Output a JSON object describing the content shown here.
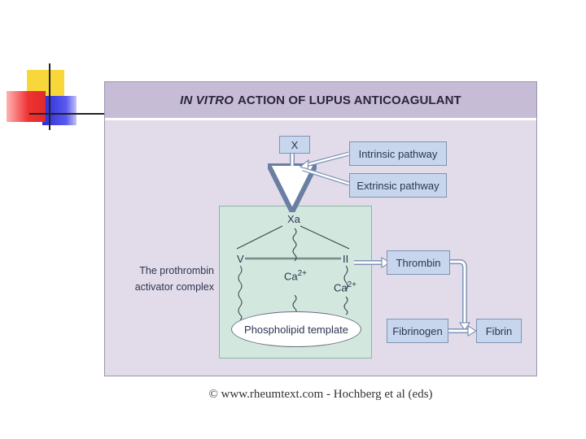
{
  "title": {
    "italic": "IN VITRO",
    "rest": "ACTION OF LUPUS ANTICOAGULANT"
  },
  "nodes": {
    "x": "X",
    "intrinsic": "Intrinsic pathway",
    "extrinsic": "Extrinsic pathway",
    "xa": "Xa",
    "v": "V",
    "ii": "II",
    "ca_center": "Ca",
    "ca_right": "Ca",
    "ca_sup": "2+",
    "phospholipid": "Phospholipid template",
    "thrombin": "Thrombin",
    "fibrinogen": "Fibrinogen",
    "fibrin": "Fibrin"
  },
  "complex_label": {
    "line1": "The prothrombin",
    "line2": "activator complex"
  },
  "credit": "© www.rheumtext.com - Hochberg et al (eds)",
  "colors": {
    "figure_bg": "#e2dcea",
    "title_bg": "#c6bcd6",
    "box_fill": "#c7d6ec",
    "complex_fill": "#d2e8de",
    "deco_yellow": "#f7d73a",
    "deco_red": "#ee3333",
    "deco_blue": "#2b2bd6"
  }
}
